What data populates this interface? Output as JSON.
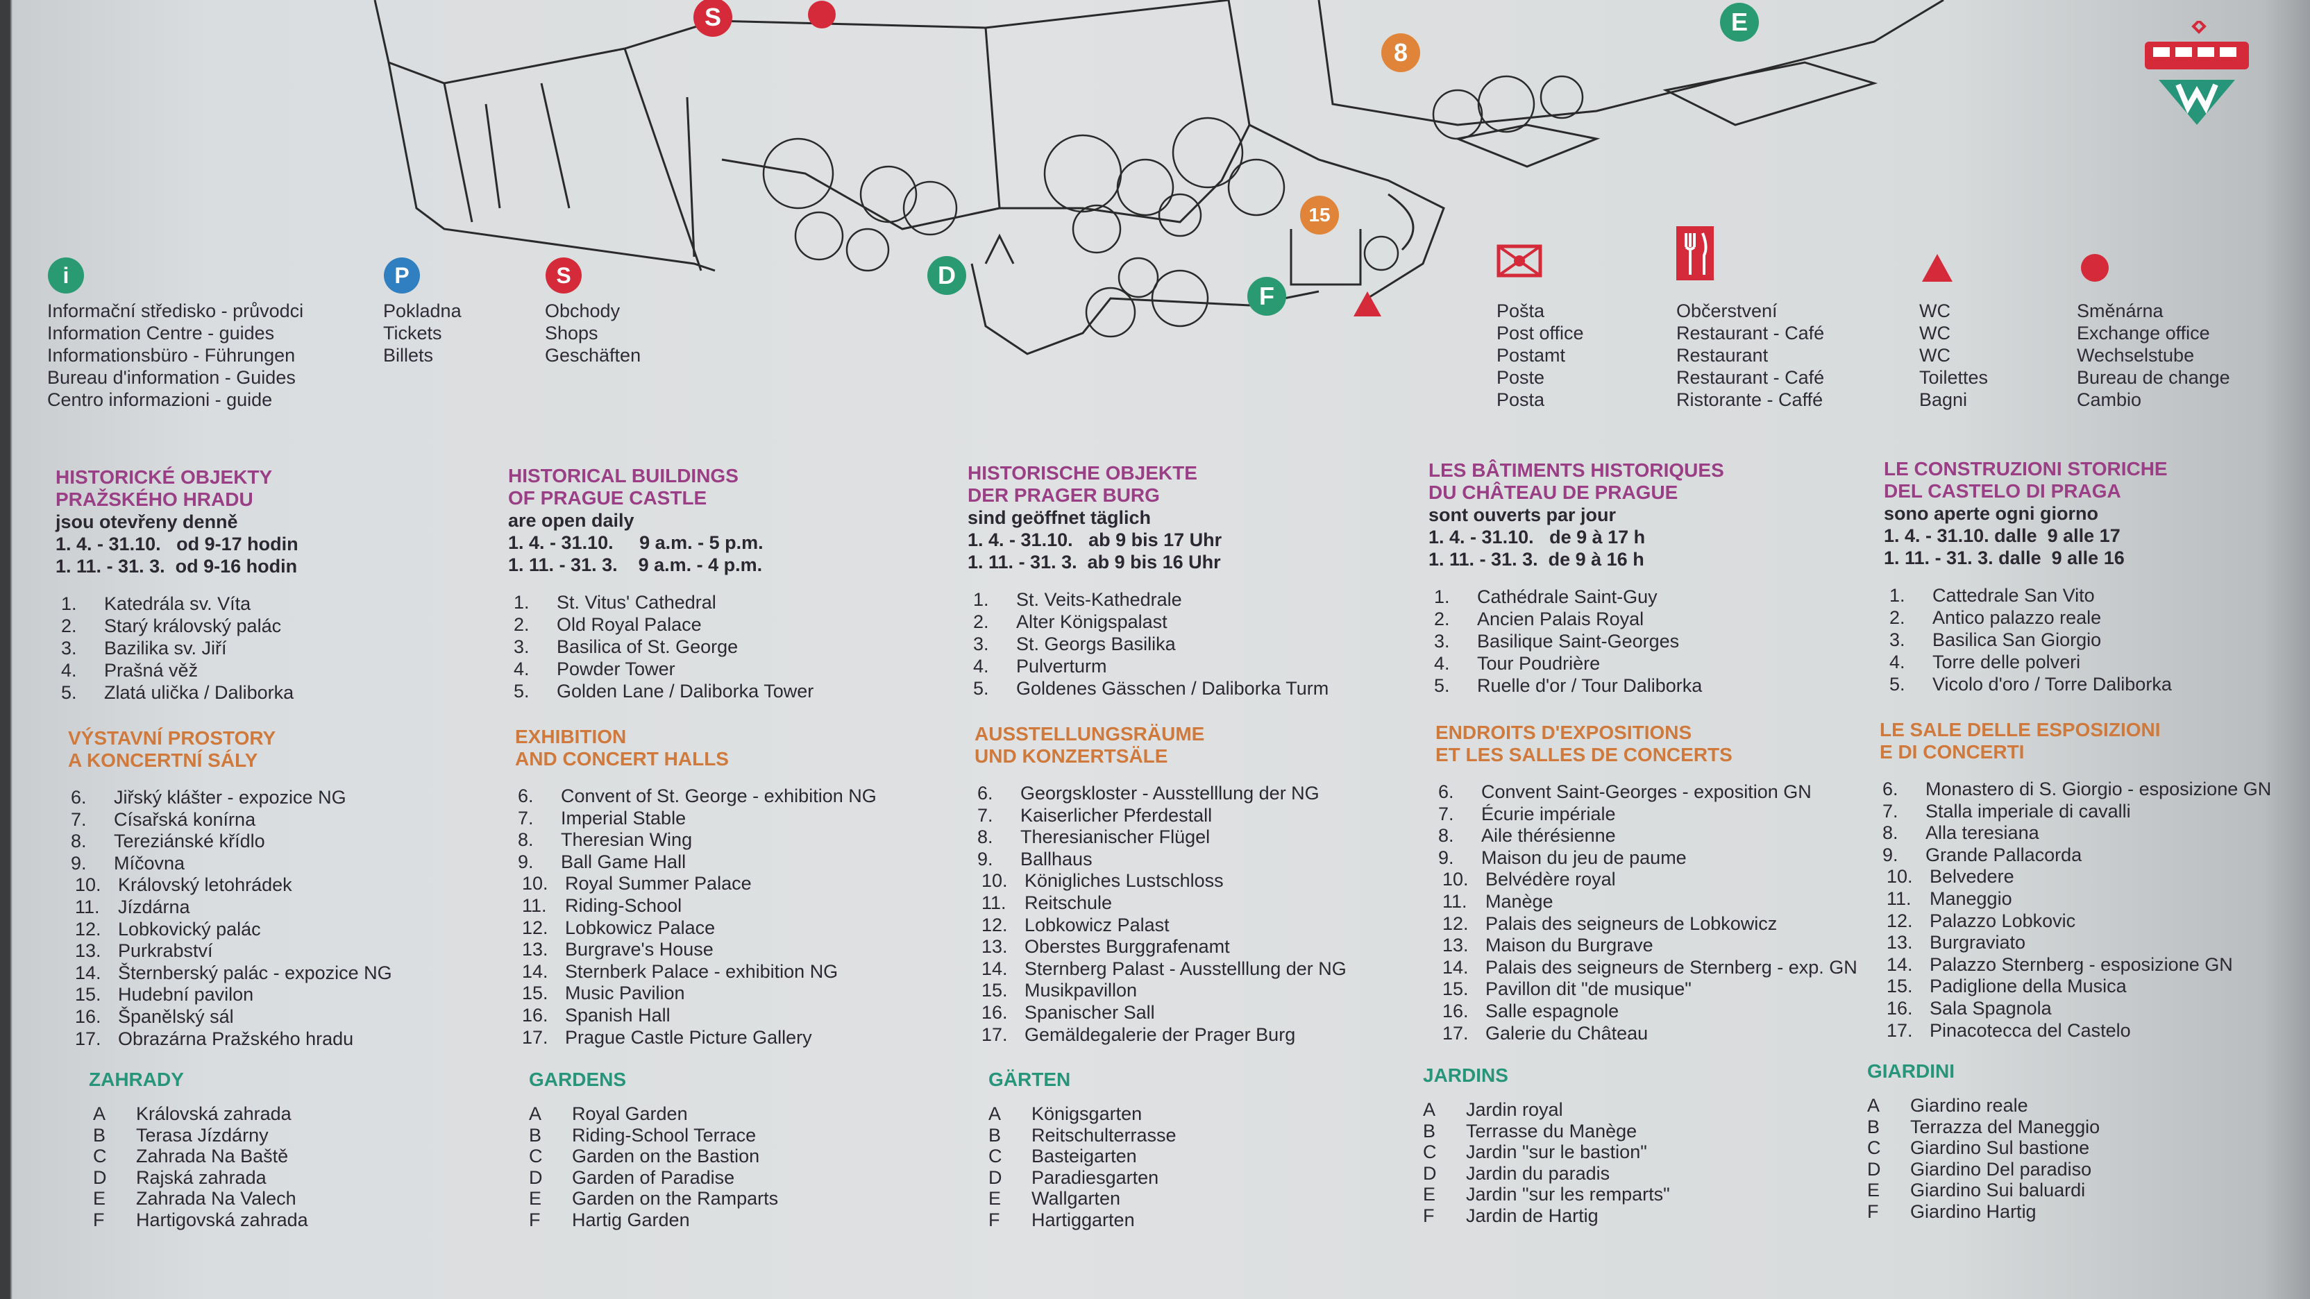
{
  "map_markers": [
    {
      "label": "S",
      "color": "#d42a3a",
      "kind": "circle"
    },
    {
      "label": "",
      "color": "#d42a3a",
      "kind": "dot"
    },
    {
      "label": "E",
      "color": "#2a9a72",
      "kind": "circle"
    },
    {
      "label": "8",
      "color": "#e0843a",
      "kind": "circle"
    },
    {
      "label": "15",
      "color": "#e0843a",
      "kind": "circle"
    },
    {
      "label": "D",
      "color": "#2a9a72",
      "kind": "circle"
    },
    {
      "label": "F",
      "color": "#2a9a72",
      "kind": "circle"
    }
  ],
  "legend": [
    {
      "icon": "info-icon",
      "symbol": "i",
      "color": "#2a9a72",
      "lines": [
        "Informační středisko - průvodci",
        "Information Centre - guides",
        "Informationsbüro - Führungen",
        "Bureau d'information - Guides",
        "Centro informazioni - guide"
      ]
    },
    {
      "icon": "parking-cashier-icon",
      "symbol": "P",
      "color": "#2f7fc1",
      "lines": [
        "Pokladna",
        "Tickets",
        "Billets"
      ]
    },
    {
      "icon": "shops-icon",
      "symbol": "S",
      "color": "#d42a3a",
      "lines": [
        "Obchody",
        "Shops",
        "Geschäften"
      ]
    },
    {
      "icon": "post-office-icon",
      "symbol": "",
      "color": "#d42a3a",
      "lines": [
        "Pošta",
        "Post office",
        "Postamt",
        "Poste",
        "Posta"
      ]
    },
    {
      "icon": "restaurant-icon",
      "symbol": "",
      "color": "#d42a3a",
      "lines": [
        "Občerstvení",
        "Restaurant - Café",
        "Restaurant",
        "Restaurant - Café",
        "Ristorante - Caffé"
      ]
    },
    {
      "icon": "wc-triangle-icon",
      "symbol": "",
      "color": "#d42a3a",
      "lines": [
        "WC",
        "WC",
        "WC",
        "Toilettes",
        "Bagni"
      ]
    },
    {
      "icon": "exchange-dot-icon",
      "symbol": "",
      "color": "#d42a3a",
      "lines": [
        "Směnárna",
        "Exchange office",
        "Wechselstube",
        "Bureau de change",
        "Cambio"
      ]
    }
  ],
  "columns": [
    {
      "lang": "cs",
      "historic": {
        "title": [
          "HISTORICKÉ OBJEKTY",
          "PRAŽSKÉHO HRADU"
        ],
        "open": "jsou otevřeny denně",
        "hours": [
          "1. 4. - 31.10.   od 9-17 hodin",
          "1. 11. - 31. 3.  od 9-16 hodin"
        ],
        "items": [
          "Katedrála sv. Víta",
          "Starý královský palác",
          "Bazilika sv. Jiří",
          "Prašná věž",
          "Zlatá ulička / Daliborka"
        ]
      },
      "exhib": {
        "title": [
          "VÝSTAVNÍ PROSTORY",
          "A KONCERTNÍ SÁLY"
        ],
        "items": [
          "Jiřský klášter - expozice NG",
          "Císařská konírna",
          "Tereziánské křídlo",
          "Míčovna",
          "Královský letohrádek",
          "Jízdárna",
          "Lobkovický palác",
          "Purkrabství",
          "Šternberský palác - expozice NG",
          "Hudební pavilon",
          "Španělský sál",
          "Obrazárna Pražského hradu"
        ]
      },
      "gardens": {
        "title": "ZAHRADY",
        "items": [
          "Královská zahrada",
          "Terasa Jízdárny",
          "Zahrada Na Baště",
          "Rajská zahrada",
          "Zahrada Na Valech",
          "Hartigovská zahrada"
        ]
      }
    },
    {
      "lang": "en",
      "historic": {
        "title": [
          "HISTORICAL BUILDINGS",
          "OF PRAGUE CASTLE"
        ],
        "open": "are open daily",
        "hours": [
          "1. 4. - 31.10.     9 a.m. - 5 p.m.",
          "1. 11. - 31. 3.    9 a.m. - 4 p.m."
        ],
        "items": [
          "St. Vitus' Cathedral",
          "Old Royal Palace",
          "Basilica of St. George",
          "Powder Tower",
          "Golden Lane / Daliborka Tower"
        ]
      },
      "exhib": {
        "title": [
          "EXHIBITION",
          "AND CONCERT HALLS"
        ],
        "items": [
          "Convent of St. George - exhibition NG",
          "Imperial Stable",
          "Theresian Wing",
          "Ball Game Hall",
          "Royal Summer Palace",
          "Riding-School",
          "Lobkowicz Palace",
          "Burgrave's House",
          "Sternberk Palace - exhibition NG",
          "Music Pavilion",
          "Spanish Hall",
          "Prague Castle Picture Gallery"
        ]
      },
      "gardens": {
        "title": "GARDENS",
        "items": [
          "Royal Garden",
          "Riding-School Terrace",
          "Garden on the Bastion",
          "Garden of Paradise",
          "Garden on the Ramparts",
          "Hartig Garden"
        ]
      }
    },
    {
      "lang": "de",
      "historic": {
        "title": [
          "HISTORISCHE OBJEKTE",
          "DER PRAGER BURG"
        ],
        "open": "sind geöffnet täglich",
        "hours": [
          "1. 4. - 31.10.   ab 9 bis 17 Uhr",
          "1. 11. - 31. 3.  ab 9 bis 16 Uhr"
        ],
        "items": [
          "St. Veits-Kathedrale",
          "Alter Königspalast",
          "St. Georgs Basilika",
          "Pulverturm",
          "Goldenes Gässchen / Daliborka Turm"
        ]
      },
      "exhib": {
        "title": [
          "AUSSTELLUNGSRÄUME",
          "UND KONZERTSÄLE"
        ],
        "items": [
          "Georgskloster - Ausstelllung der NG",
          "Kaiserlicher Pferdestall",
          "Theresianischer Flügel",
          "Ballhaus",
          "Königliches Lustschloss",
          "Reitschule",
          "Lobkowicz Palast",
          "Oberstes Burggrafenamt",
          "Sternberg Palast - Ausstelllung der NG",
          "Musikpavillon",
          "Spanischer Sall",
          "Gemäldegalerie der Prager Burg"
        ]
      },
      "gardens": {
        "title": "GÄRTEN",
        "items": [
          "Königsgarten",
          "Reitschulterrasse",
          "Basteigarten",
          "Paradiesgarten",
          "Wallgarten",
          "Hartiggarten"
        ]
      }
    },
    {
      "lang": "fr",
      "historic": {
        "title": [
          "LES BÂTIMENTS HISTORIQUES",
          "DU CHÂTEAU DE PRAGUE"
        ],
        "open": "sont ouverts par jour",
        "hours": [
          "1. 4. - 31.10.   de 9 à 17 h",
          "1. 11. - 31. 3.  de 9 à 16 h"
        ],
        "items": [
          "Cathédrale Saint-Guy",
          "Ancien Palais Royal",
          "Basilique Saint-Georges",
          "Tour Poudrière",
          "Ruelle d'or / Tour Daliborka"
        ]
      },
      "exhib": {
        "title": [
          "ENDROITS D'EXPOSITIONS",
          "ET LES SALLES DE CONCERTS"
        ],
        "items": [
          "Convent Saint-Georges - exposition GN",
          "Écurie impériale",
          "Aile thérésienne",
          "Maison du jeu de paume",
          "Belvédère royal",
          "Manège",
          "Palais des seigneurs de Lobkowicz",
          "Maison du Burgrave",
          "Palais des seigneurs de Sternberg - exp. GN",
          "Pavillon dit \"de musique\"",
          "Salle espagnole",
          "Galerie du Château"
        ]
      },
      "gardens": {
        "title": "JARDINS",
        "items": [
          "Jardin royal",
          "Terrasse du Manège",
          "Jardin \"sur le bastion\"",
          "Jardin du paradis",
          "Jardin \"sur les remparts\"",
          "Jardin de Hartig"
        ]
      }
    },
    {
      "lang": "it",
      "historic": {
        "title": [
          "LE CONSTRUZIONI STORICHE",
          "DEL CASTELO DI PRAGA"
        ],
        "open": "sono aperte ogni giorno",
        "hours": [
          "1. 4. - 31.10. dalle  9 alle 17",
          "1. 11. - 31. 3. dalle  9 alle 16"
        ],
        "items": [
          "Cattedrale San Vito",
          "Antico palazzo reale",
          "Basilica San Giorgio",
          "Torre delle polveri",
          "Vicolo d'oro / Torre Daliborka"
        ]
      },
      "exhib": {
        "title": [
          "LE SALE DELLE ESPOSIZIONI",
          "E DI CONCERTI"
        ],
        "items": [
          "Monastero di S. Giorgio - esposizione GN",
          "Stalla imperiale di cavalli",
          "Alla teresiana",
          "Grande Pallacorda",
          "Belvedere",
          "Maneggio",
          "Palazzo Lobkovic",
          "Burgraviato",
          "Palazzo Sternberg - esposizione GN",
          "Padiglione della Musica",
          "Sala Spagnola",
          "Pinacotecca del Castelo"
        ]
      },
      "gardens": {
        "title": "GIARDINI",
        "items": [
          "Giardino reale",
          "Terrazza del Maneggio",
          "Giardino Sul bastione",
          "Giardino Del paradiso",
          "Giardino Sui baluardi",
          "Giardino Hartig"
        ]
      }
    }
  ],
  "historic_numbers": [
    "1.",
    "2.",
    "3.",
    "4.",
    "5."
  ],
  "exhib_numbers": [
    "6.",
    "7.",
    "8.",
    "9.",
    "10.",
    "11.",
    "12.",
    "13.",
    "14.",
    "15.",
    "16.",
    "17."
  ],
  "garden_letters": [
    "A",
    "B",
    "C",
    "D",
    "E",
    "F"
  ],
  "colors": {
    "purple": "#9a3f85",
    "orange": "#cf7a3c",
    "green": "#27957a",
    "red": "#d42a3a"
  }
}
